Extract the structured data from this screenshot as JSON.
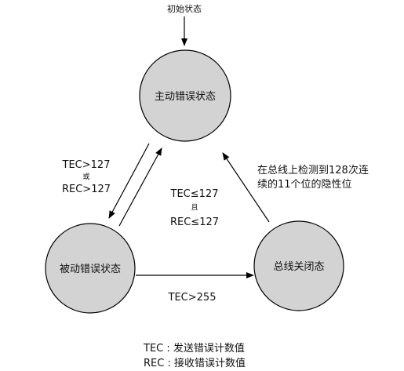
{
  "diagram": {
    "initial_label": "初始状态",
    "states": {
      "error_active": "主动错误状态",
      "error_passive": "被动错误状态",
      "bus_off": "总线关闭态"
    },
    "transitions": {
      "active_to_passive": {
        "line1": "TEC>127",
        "conj": "或",
        "line2": "REC>127"
      },
      "passive_to_active": {
        "line1": "TEC≤127",
        "conj": "且",
        "line2": "REC≤127"
      },
      "passive_to_busoff": {
        "label": "TEC>255"
      },
      "busoff_to_active": {
        "line1": "在总线上检测到128次连",
        "line2": "续的11个位的隐性位"
      }
    },
    "legend": {
      "tec": "TEC : 发送错误计数值",
      "rec": "REC : 接收错误计数值"
    },
    "colors": {
      "node_fill": "#d3d3d3",
      "stroke": "#000000"
    }
  }
}
